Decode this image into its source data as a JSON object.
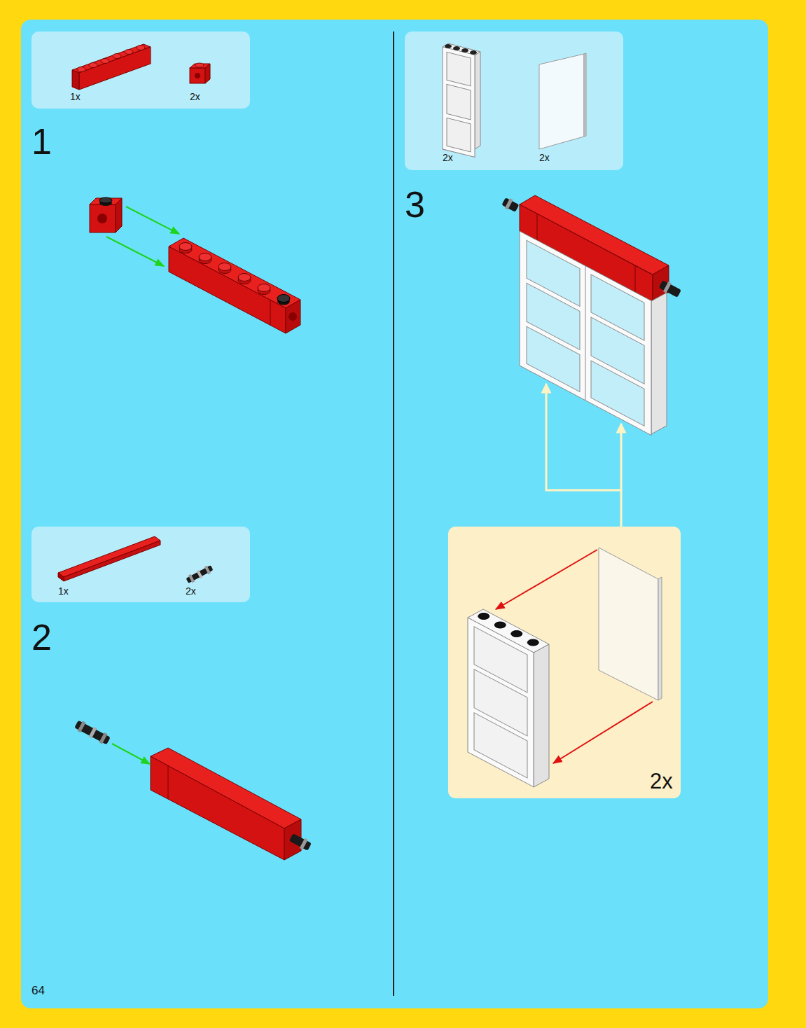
{
  "diagram": {
    "nodes": [
      {
        "text": [
          "1x",
          "2x"
        ]
      },
      {
        "text": [
          "1x",
          "2x"
        ]
      },
      {
        "text": [
          "2x",
          "2x"
        ]
      },
      {
        "text": [
          "2x"
        ]
      }
    ],
    "labels": [
      "1",
      "2",
      "3",
      "64"
    ]
  }
}
